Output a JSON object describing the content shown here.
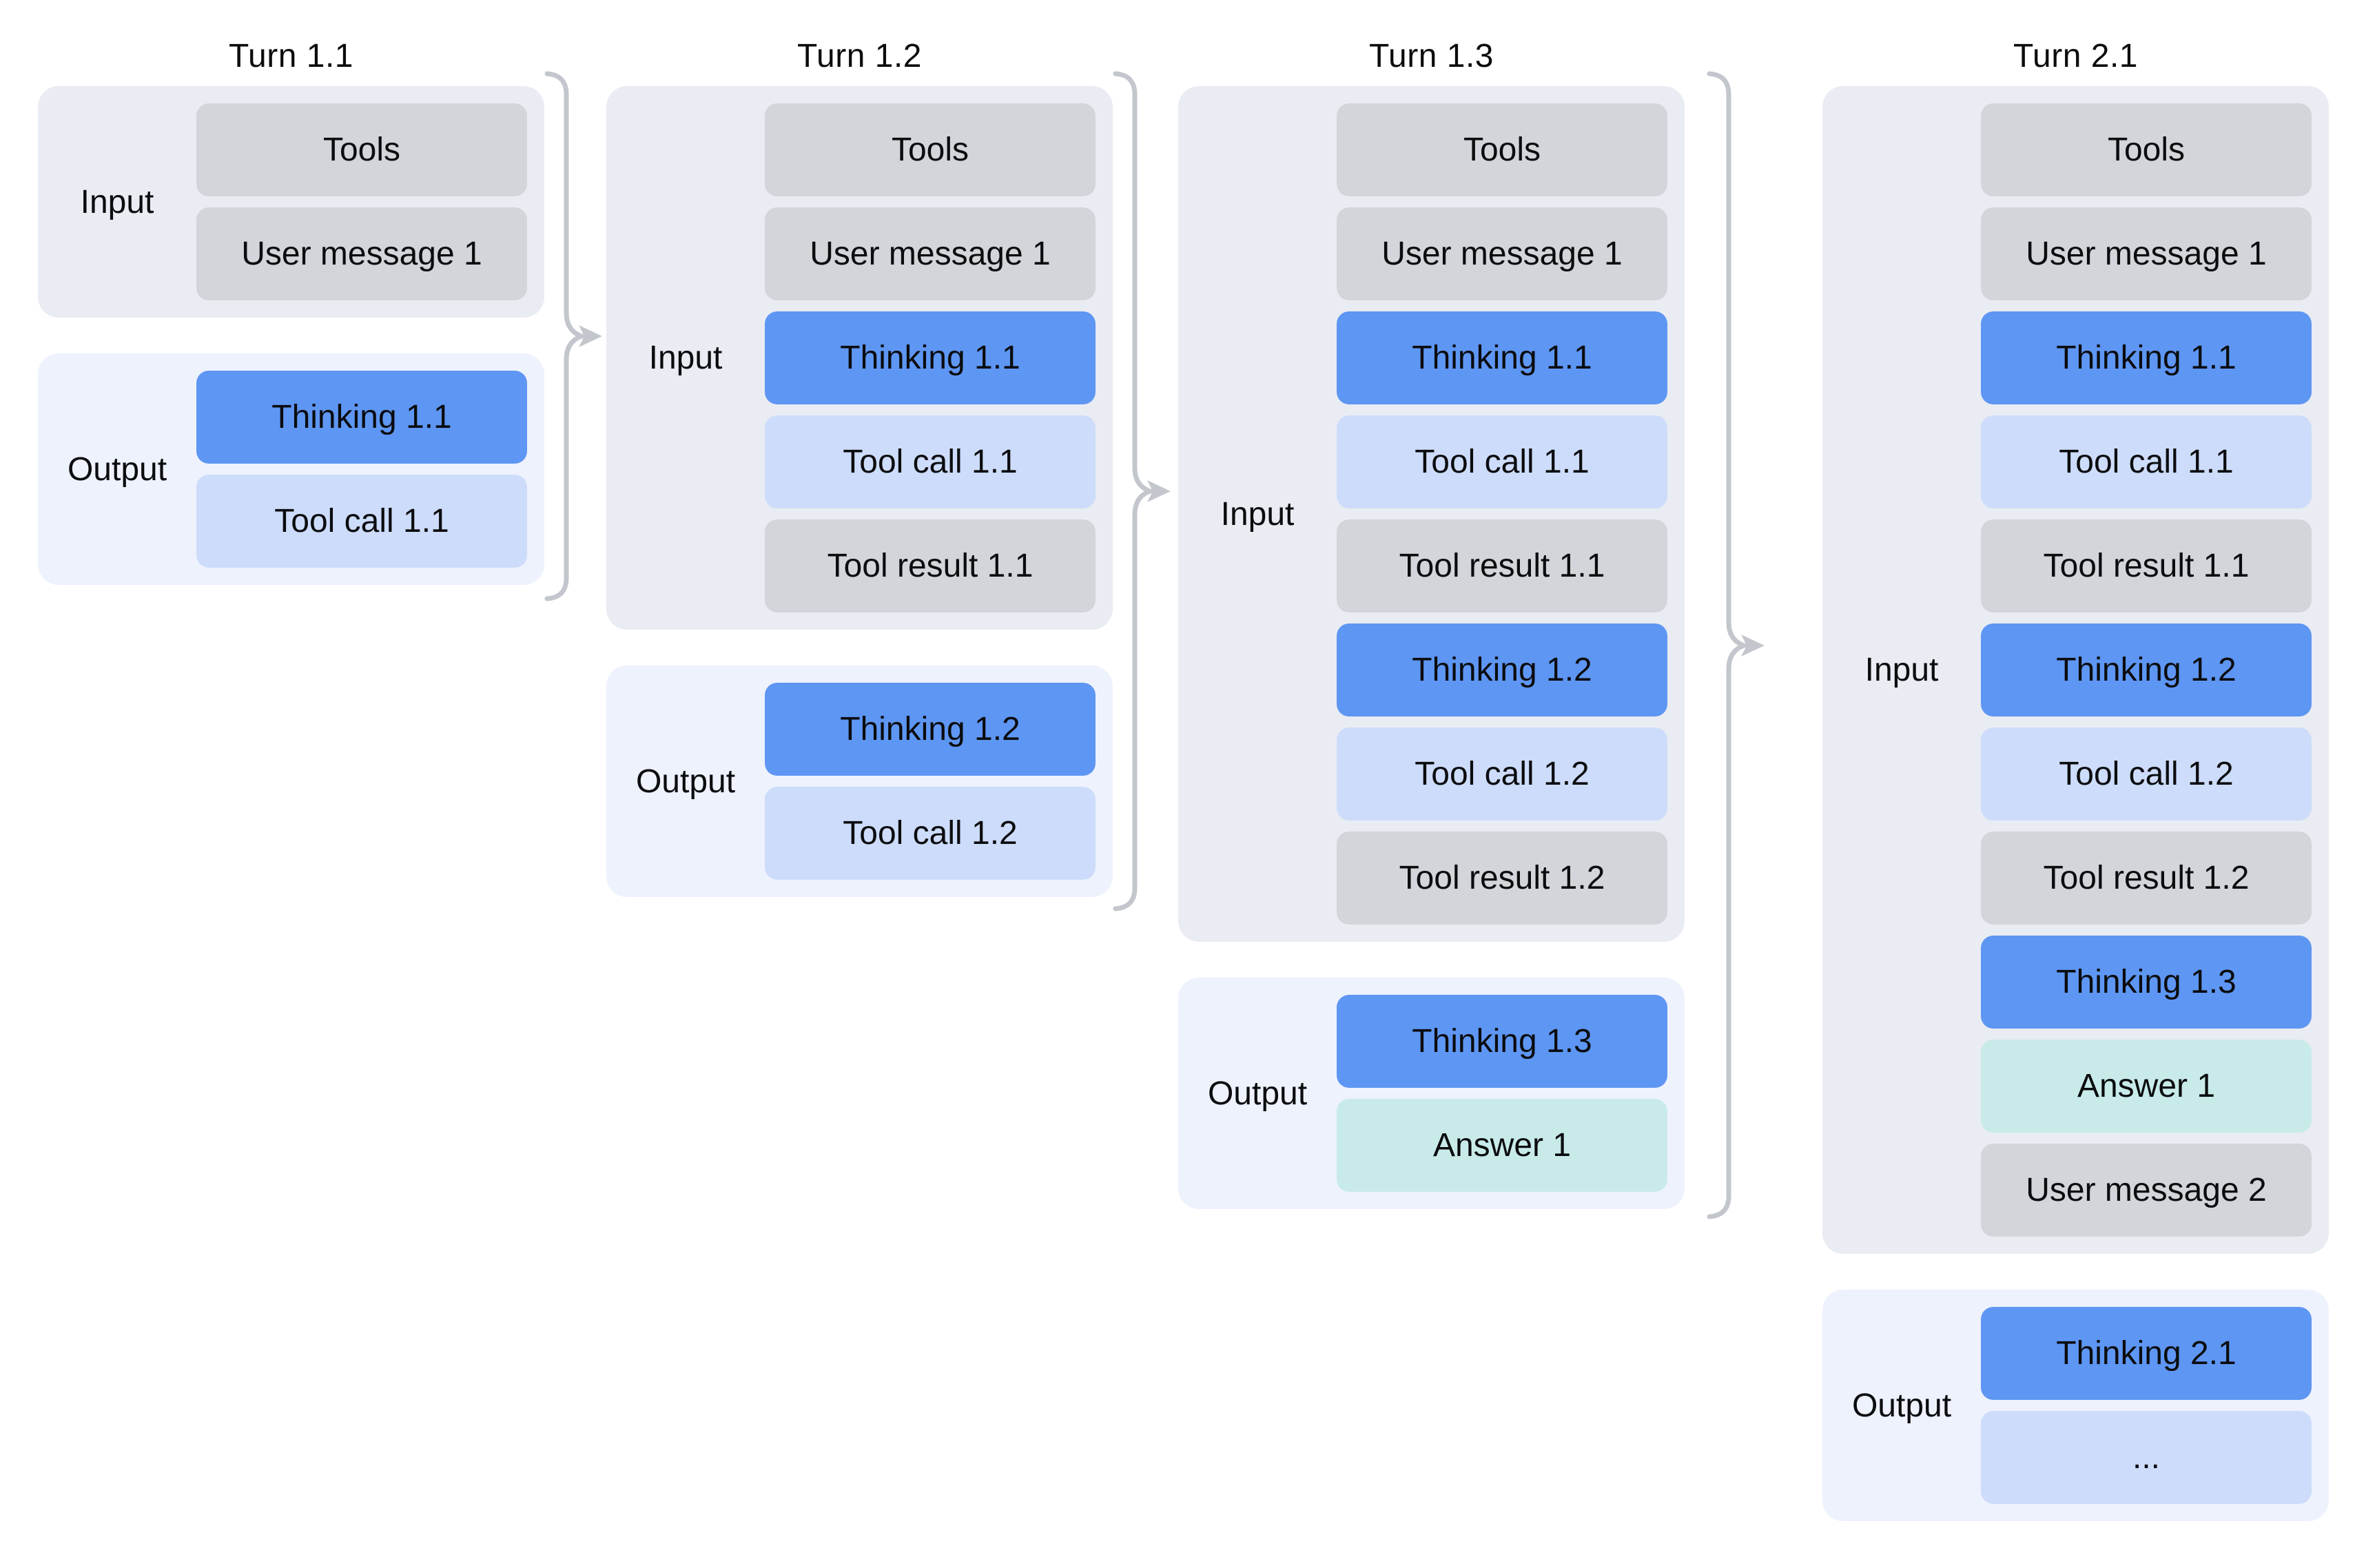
{
  "diagram": {
    "connector_icon": "curly-brace-right-arrow",
    "columns": [
      {
        "title": "Turn 1.1",
        "input": {
          "label": "Input",
          "blocks": [
            {
              "label": "Tools",
              "type": "context"
            },
            {
              "label": "User message 1",
              "type": "context"
            }
          ]
        },
        "output": {
          "label": "Output",
          "blocks": [
            {
              "label": "Thinking 1.1",
              "type": "thinking"
            },
            {
              "label": "Tool call 1.1",
              "type": "tool-call"
            }
          ]
        }
      },
      {
        "title": "Turn 1.2",
        "input": {
          "label": "Input",
          "blocks": [
            {
              "label": "Tools",
              "type": "context"
            },
            {
              "label": "User message 1",
              "type": "context"
            },
            {
              "label": "Thinking 1.1",
              "type": "thinking"
            },
            {
              "label": "Tool call 1.1",
              "type": "tool-call"
            },
            {
              "label": "Tool result 1.1",
              "type": "context"
            }
          ]
        },
        "output": {
          "label": "Output",
          "blocks": [
            {
              "label": "Thinking 1.2",
              "type": "thinking"
            },
            {
              "label": "Tool call 1.2",
              "type": "tool-call"
            }
          ]
        }
      },
      {
        "title": "Turn 1.3",
        "input": {
          "label": "Input",
          "blocks": [
            {
              "label": "Tools",
              "type": "context"
            },
            {
              "label": "User message 1",
              "type": "context"
            },
            {
              "label": "Thinking 1.1",
              "type": "thinking"
            },
            {
              "label": "Tool call 1.1",
              "type": "tool-call"
            },
            {
              "label": "Tool result 1.1",
              "type": "context"
            },
            {
              "label": "Thinking 1.2",
              "type": "thinking"
            },
            {
              "label": "Tool call 1.2",
              "type": "tool-call"
            },
            {
              "label": "Tool result 1.2",
              "type": "context"
            }
          ]
        },
        "output": {
          "label": "Output",
          "blocks": [
            {
              "label": "Thinking 1.3",
              "type": "thinking"
            },
            {
              "label": "Answer 1",
              "type": "answer"
            }
          ]
        }
      },
      {
        "title": "Turn 2.1",
        "input": {
          "label": "Input",
          "blocks": [
            {
              "label": "Tools",
              "type": "context"
            },
            {
              "label": "User message 1",
              "type": "context"
            },
            {
              "label": "Thinking 1.1",
              "type": "thinking"
            },
            {
              "label": "Tool call 1.1",
              "type": "tool-call"
            },
            {
              "label": "Tool result 1.1",
              "type": "context"
            },
            {
              "label": "Thinking 1.2",
              "type": "thinking"
            },
            {
              "label": "Tool call 1.2",
              "type": "tool-call"
            },
            {
              "label": "Tool result 1.2",
              "type": "context"
            },
            {
              "label": "Thinking 1.3",
              "type": "thinking"
            },
            {
              "label": "Answer 1",
              "type": "answer"
            },
            {
              "label": "User message 2",
              "type": "context"
            }
          ]
        },
        "output": {
          "label": "Output",
          "blocks": [
            {
              "label": "Thinking 2.1",
              "type": "thinking"
            },
            {
              "label": "...",
              "type": "ellipsis"
            }
          ]
        }
      }
    ],
    "colors": {
      "thinking": "#5e96f3",
      "tool_call": "#cddcfa",
      "context": "#d2d5d9",
      "answer": "#c8ebe9",
      "input_panel": "#e9ecf2",
      "output_panel": "#eef2fd",
      "connector": "#c3c7cd",
      "background": "#ffffff",
      "text": "#0b0c0e"
    }
  }
}
